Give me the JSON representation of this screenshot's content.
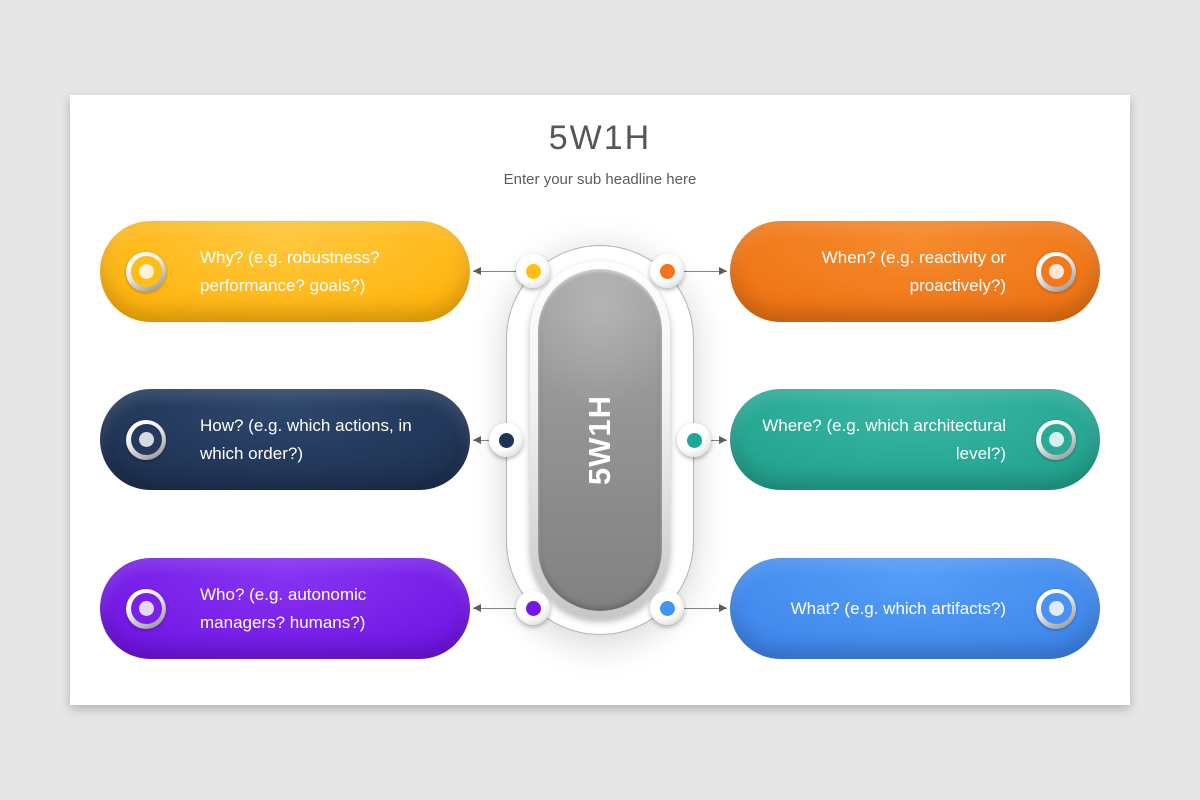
{
  "page": {
    "background_color": "#e7e6e7",
    "card_background_color": "#ffffff"
  },
  "header": {
    "title": "5W1H",
    "subtitle": "Enter your sub headline here"
  },
  "center": {
    "label": "5W1H",
    "capsule_color": "#8f8f8f"
  },
  "cards": [
    {
      "id": "why",
      "side": "left",
      "label": "Why? (e.g. robustness? performance? goals?)",
      "gradient_top": "#ffc83d",
      "gradient_bottom": "#ffae00",
      "hole_color": "#fdbd17",
      "dot_color": "#ffc011"
    },
    {
      "id": "how",
      "side": "left",
      "label": "How? (e.g. which actions, in which order?)",
      "gradient_top": "#2e476c",
      "gradient_bottom": "#1a2c4c",
      "hole_color": "#24395c",
      "dot_color": "#1d3357"
    },
    {
      "id": "who",
      "side": "left",
      "label": "Who? (e.g. autonomic managers? humans?)",
      "gradient_top": "#8733f2",
      "gradient_bottom": "#6c0fe0",
      "hole_color": "#7b1fe9",
      "dot_color": "#7517ea"
    },
    {
      "id": "when",
      "side": "right",
      "label": "When? (e.g. reactivity or proactively?)",
      "gradient_top": "#f68b2e",
      "gradient_bottom": "#ec6d0c",
      "hole_color": "#f1791d",
      "dot_color": "#f4731c"
    },
    {
      "id": "where",
      "side": "right",
      "label": "Where? (e.g. which architectural level?)",
      "gradient_top": "#38b6a3",
      "gradient_bottom": "#1d9f8a",
      "hole_color": "#2aa997",
      "dot_color": "#1fa795"
    },
    {
      "id": "what",
      "side": "right",
      "label": "What? (e.g. which artifacts?)",
      "gradient_top": "#539ff7",
      "gradient_bottom": "#3a80e8",
      "hole_color": "#4792f2",
      "dot_color": "#3f97f5"
    }
  ]
}
